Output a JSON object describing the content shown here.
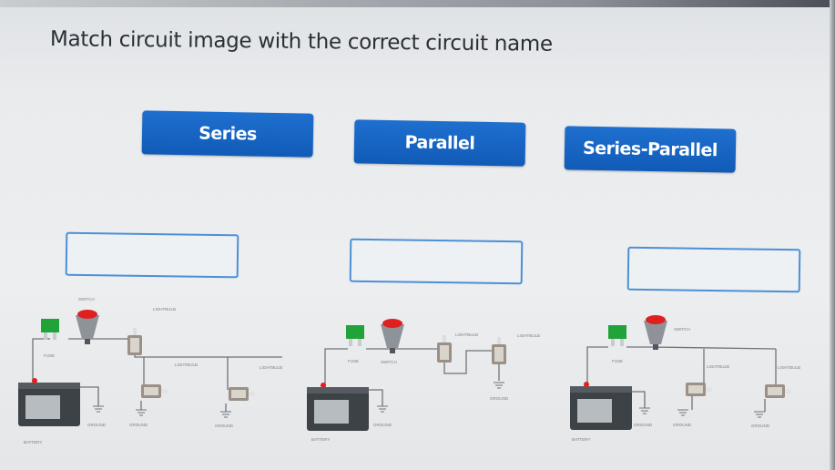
{
  "question": {
    "title": "Match circuit image with the correct circuit name"
  },
  "options": [
    {
      "label": "Series"
    },
    {
      "label": "Parallel"
    },
    {
      "label": "Series-Parallel"
    }
  ],
  "drop_targets": [
    {
      "value": ""
    },
    {
      "value": ""
    },
    {
      "value": ""
    }
  ],
  "circuits": [
    {
      "labels": {
        "switch": "SWITCH",
        "fuse": "FUSE",
        "battery": "BATTERY",
        "bulb1": "LIGHTBULB",
        "bulb2": "LIGHTBULB",
        "bulb3": "LIGHTBULB",
        "ground": "GROUND"
      }
    },
    {
      "labels": {
        "switch": "SWITCH",
        "fuse": "FUSE",
        "battery": "BATTERY",
        "bulb1": "LIGHTBULB",
        "bulb2": "LIGHTBULB",
        "ground": "GROUND"
      }
    },
    {
      "labels": {
        "switch": "SWITCH",
        "fuse": "FUSE",
        "battery": "BATTERY",
        "bulb1": "LIGHTBULB",
        "bulb2": "LIGHTBULB",
        "ground": "GROUND"
      }
    }
  ],
  "colors": {
    "button": "#1565c0",
    "drop_border": "#4d8fd6",
    "fuse": "#22a33a",
    "switch": "#e02020"
  }
}
